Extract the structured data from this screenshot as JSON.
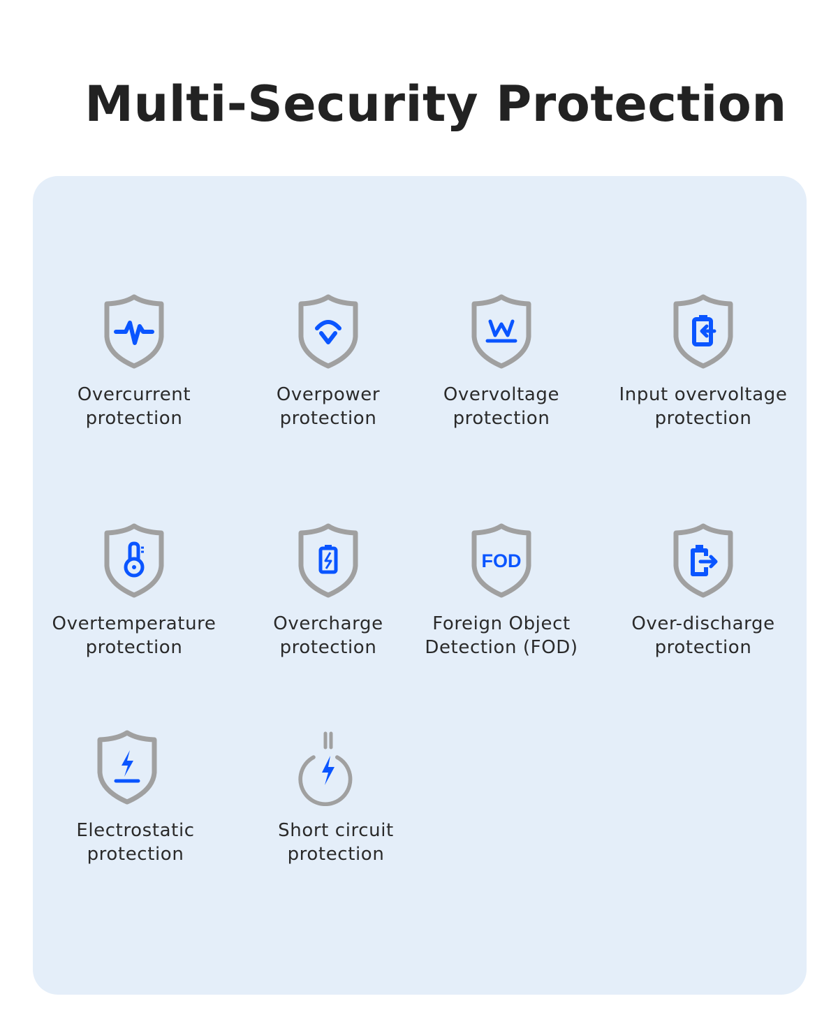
{
  "title": "Multi-Security Protection",
  "colors": {
    "panel": "#e4eef9",
    "shield": "#a0a0a0",
    "accent": "#0a55ff"
  },
  "items": [
    {
      "icon": "heartbeat-shield-icon",
      "line1": "Overcurrent",
      "line2": "protection"
    },
    {
      "icon": "overpower-shield-icon",
      "line1": "Overpower",
      "line2": "protection"
    },
    {
      "icon": "watt-shield-icon",
      "line1": "Overvoltage",
      "line2": "protection"
    },
    {
      "icon": "battery-input-shield-icon",
      "line1": "Input overvoltage",
      "line2": "protection"
    },
    {
      "icon": "thermometer-shield-icon",
      "line1": "Overtemperature",
      "line2": "protection"
    },
    {
      "icon": "battery-charge-shield-icon",
      "line1": "Overcharge",
      "line2": "protection"
    },
    {
      "icon": "fod-shield-icon",
      "icon_text": "FOD",
      "line1": "Foreign Object",
      "line2": "Detection (FOD)"
    },
    {
      "icon": "battery-output-shield-icon",
      "line1": "Over-discharge",
      "line2": "protection"
    },
    {
      "icon": "lightning-shield-icon",
      "line1": "Electrostatic",
      "line2": "protection"
    },
    {
      "icon": "power-lightning-icon",
      "line1": "Short circuit",
      "line2": "protection"
    }
  ]
}
